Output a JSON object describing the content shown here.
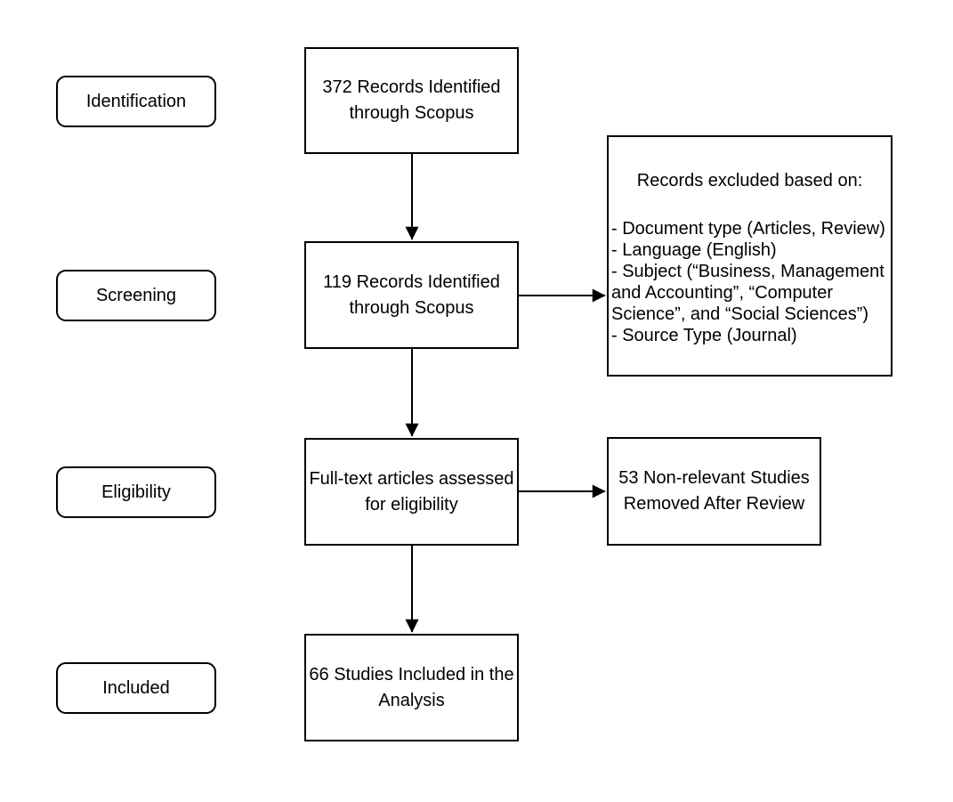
{
  "diagram": {
    "stages": [
      {
        "label": "Identification"
      },
      {
        "label": "Screening"
      },
      {
        "label": "Eligibility"
      },
      {
        "label": "Included"
      }
    ],
    "flow_boxes": [
      {
        "text": "372 Records Identified through Scopus"
      },
      {
        "text": "119 Records Identified through Scopus"
      },
      {
        "text": "Full-text articles assessed for eligibility"
      },
      {
        "text": "66 Studies Included in the Analysis"
      }
    ],
    "exclusion_box": {
      "title": "Records excluded based on:",
      "items": [
        "- Document type (Articles, Review)",
        "- Language (English)",
        "- Subject (“Business, Management\nand Accounting”, “Computer\nScience”, and “Social Sciences”)",
        "- Source Type (Journal)"
      ]
    },
    "removed_box": {
      "text": "53 Non-relevant Studies Removed After Review"
    },
    "colors": {
      "line": "#000000",
      "background": "#ffffff"
    }
  }
}
